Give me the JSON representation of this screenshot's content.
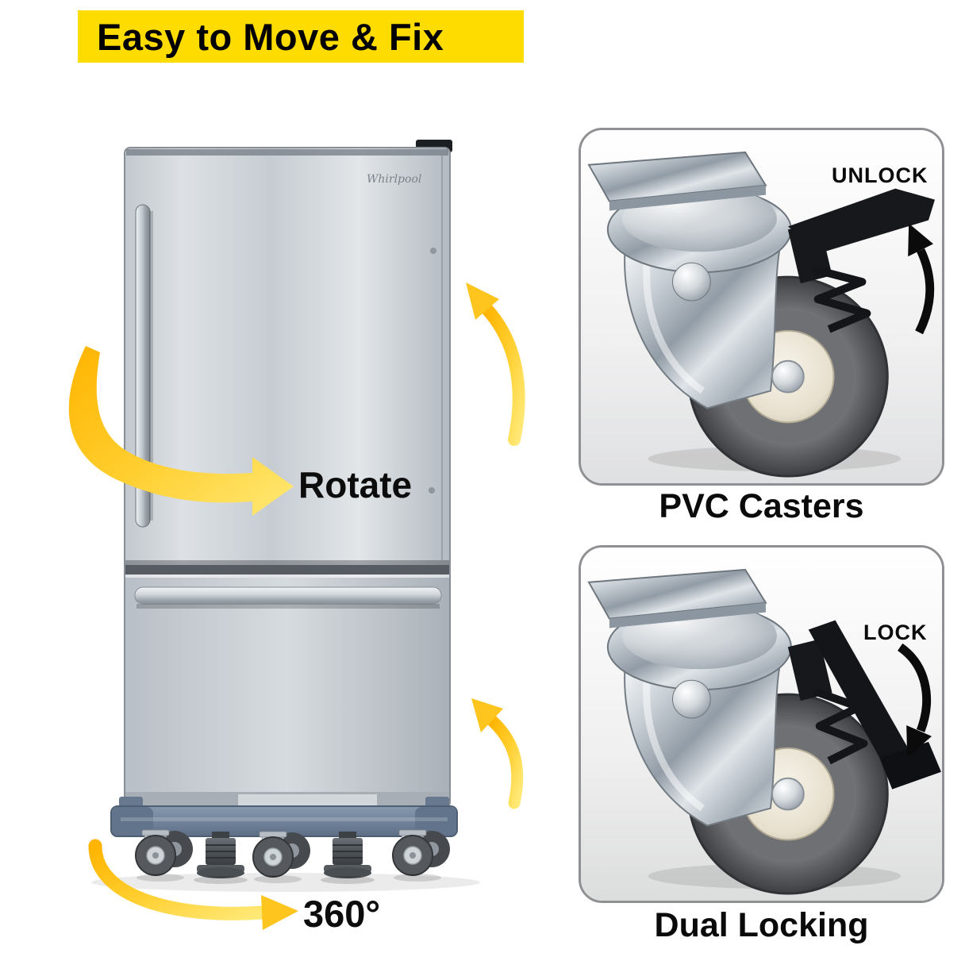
{
  "banner": {
    "title": "Easy to Move & Fix",
    "bg_color": "#FFDC00"
  },
  "illustration": {
    "brand_logo": "Whirlpool",
    "rotate_label": "Rotate",
    "swivel_label": "360°",
    "arrow_color": "#FFC21E",
    "base_color": "#75879E"
  },
  "feature_panels": [
    {
      "badge": "UNLOCK",
      "caption": "PVC Casters"
    },
    {
      "badge": "LOCK",
      "caption": "Dual Locking"
    }
  ],
  "colors": {
    "caster_wheel_gray": "#5f6165",
    "hub_cream": "#e7e0ce",
    "fridge_steel": "#c6ccd2"
  }
}
